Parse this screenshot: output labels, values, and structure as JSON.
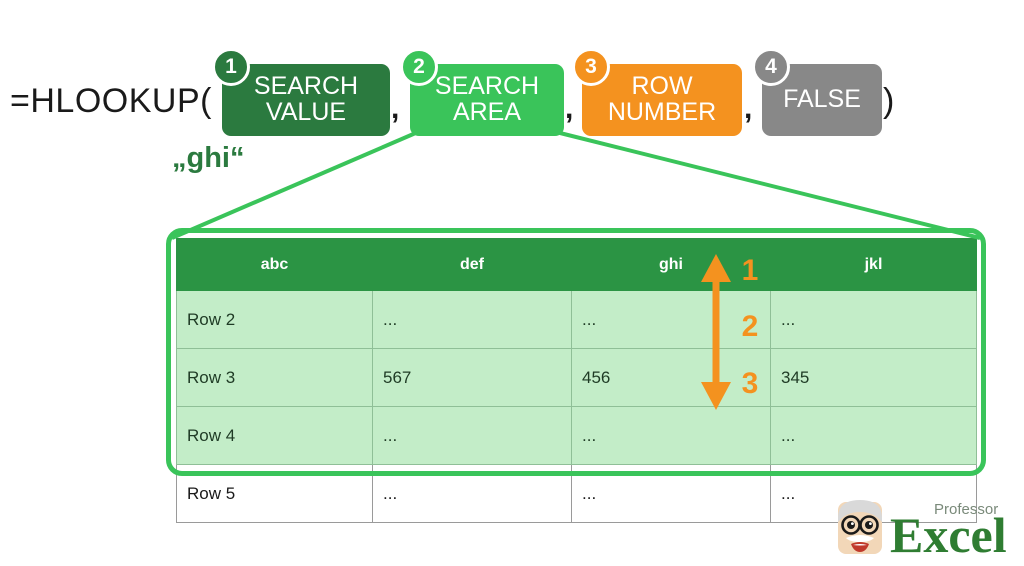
{
  "formula": {
    "head": "=HLOOKUP(",
    "tail": ")",
    "separator": ",",
    "args": [
      {
        "index": "1",
        "label": "SEARCH\nVALUE",
        "color": "#2b7a3f"
      },
      {
        "index": "2",
        "label": "SEARCH\nAREA",
        "color": "#3ac45a"
      },
      {
        "index": "3",
        "label": "ROW\nNUMBER",
        "color": "#f4921f"
      },
      {
        "index": "4",
        "label": "FALSE",
        "color": "#888888"
      }
    ]
  },
  "search_value_note": "„ghi“",
  "table": {
    "headers": [
      "abc",
      "def",
      "ghi",
      "jkl"
    ],
    "rows": [
      {
        "highlight": true,
        "cells": [
          "Row 2",
          "...",
          "...",
          "..."
        ]
      },
      {
        "highlight": true,
        "cells": [
          "Row 3",
          "567",
          "456",
          "345"
        ]
      },
      {
        "highlight": true,
        "cells": [
          "Row 4",
          "...",
          "...",
          "..."
        ]
      },
      {
        "highlight": false,
        "cells": [
          "Row 5",
          "...",
          "...",
          "..."
        ]
      }
    ]
  },
  "row_numbers": [
    "1",
    "2",
    "3"
  ],
  "logo": {
    "top_word": "Professor",
    "main_word": "Excel"
  },
  "colors": {
    "dark_green": "#2b7a3f",
    "bright_green": "#3ac45a",
    "orange": "#f4921f",
    "grey": "#888888",
    "header_green": "#2b9444",
    "cell_green": "#c3edc8"
  }
}
